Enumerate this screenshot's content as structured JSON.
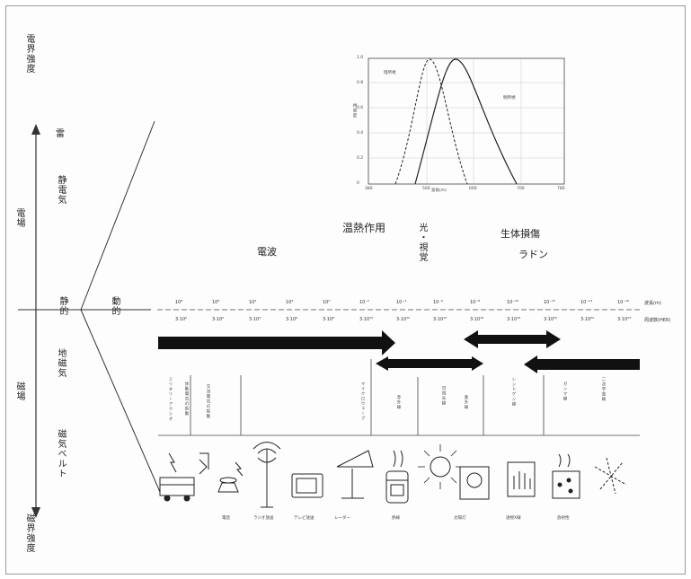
{
  "left_axis": {
    "top_label": "電界強度",
    "bottom_label": "磁界強度",
    "electric_field": "電場",
    "magnetic_field": "磁場"
  },
  "sources": {
    "thunder": "雷",
    "static_electricity": "静電気",
    "geomagnetism": "地磁気",
    "magnetic_belt": "磁気ベルト"
  },
  "static_dynamic": {
    "static": "静的",
    "dynamic": "動的"
  },
  "effects": {
    "radio_waves": "電波",
    "thermal": "温熱作用",
    "light_vision": "光・視覚",
    "biological_damage": "生体損傷",
    "radon": "ラドン"
  },
  "scale": {
    "wavelength_label": "波長(m)",
    "frequency_label": "周波数(HER)",
    "wavelengths": [
      "10⁸",
      "10⁶",
      "10⁴",
      "10²",
      "10⁰",
      "10⁻²",
      "10⁻⁴",
      "10⁻⁶",
      "10⁻⁸",
      "10⁻¹⁰",
      "10⁻¹²",
      "10⁻¹⁴",
      "10⁻¹⁶"
    ],
    "frequencies": [
      "3·10⁰",
      "3·10²",
      "3·10⁴",
      "3·10⁶",
      "3·10⁸",
      "3·10¹⁰",
      "3·10¹²",
      "3·10¹⁴",
      "3·10¹⁶",
      "3·10¹⁸",
      "3·10²⁰",
      "3·10²²",
      "3·10²⁴"
    ]
  },
  "band_labels": [
    "ミリタリーアクシオ",
    "体動電気の振動",
    "交流電気の振動",
    "マイクロウェーブ",
    "赤外線",
    "可視光線",
    "紫外線",
    "レントゲン線",
    "ガンマ線",
    "二次宇宙線"
  ],
  "device_labels": [
    "電話",
    "ラジオ放送",
    "テレビ放送",
    "レーダー",
    "熱線",
    "太陽灯",
    "透視X線",
    "放射性"
  ],
  "inset_chart": {
    "title": "",
    "xlabel": "波長(m)",
    "ylabel": "視感度",
    "scotopic_label": "暗所視",
    "photopic_label": "明所視",
    "y_ticks": [
      "1.0",
      "0.8",
      "0.6",
      "0.4",
      "0.2",
      "0"
    ],
    "x_ticks": [
      "380",
      "500",
      "600",
      "700",
      "780"
    ]
  }
}
